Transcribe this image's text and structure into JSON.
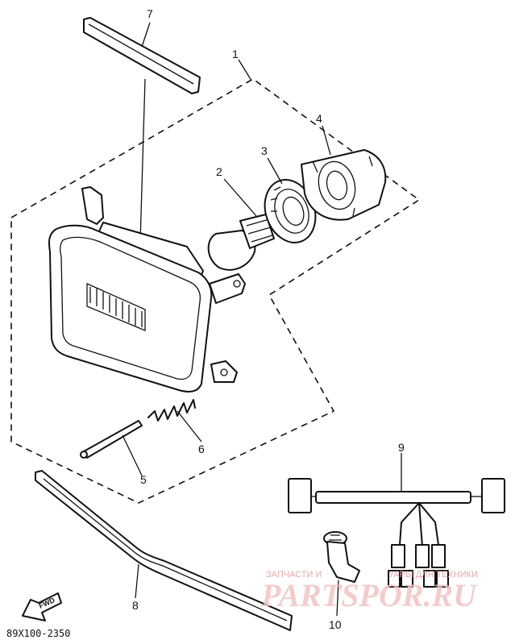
{
  "callouts": {
    "c1": "1",
    "c2": "2",
    "c3": "3",
    "c4": "4",
    "c5": "5",
    "c6": "6",
    "c7": "7",
    "c8": "8",
    "c9": "9",
    "c10": "10"
  },
  "direction_marker": "FWD",
  "diagram_code": "89X100-2350",
  "watermark": {
    "top_line": "ЗАПЧАСТИ И",
    "top_line_tail": "УАРЫ ДЛЯ ТЕХНИКИ",
    "brand": "PARTSPOR.RU"
  }
}
